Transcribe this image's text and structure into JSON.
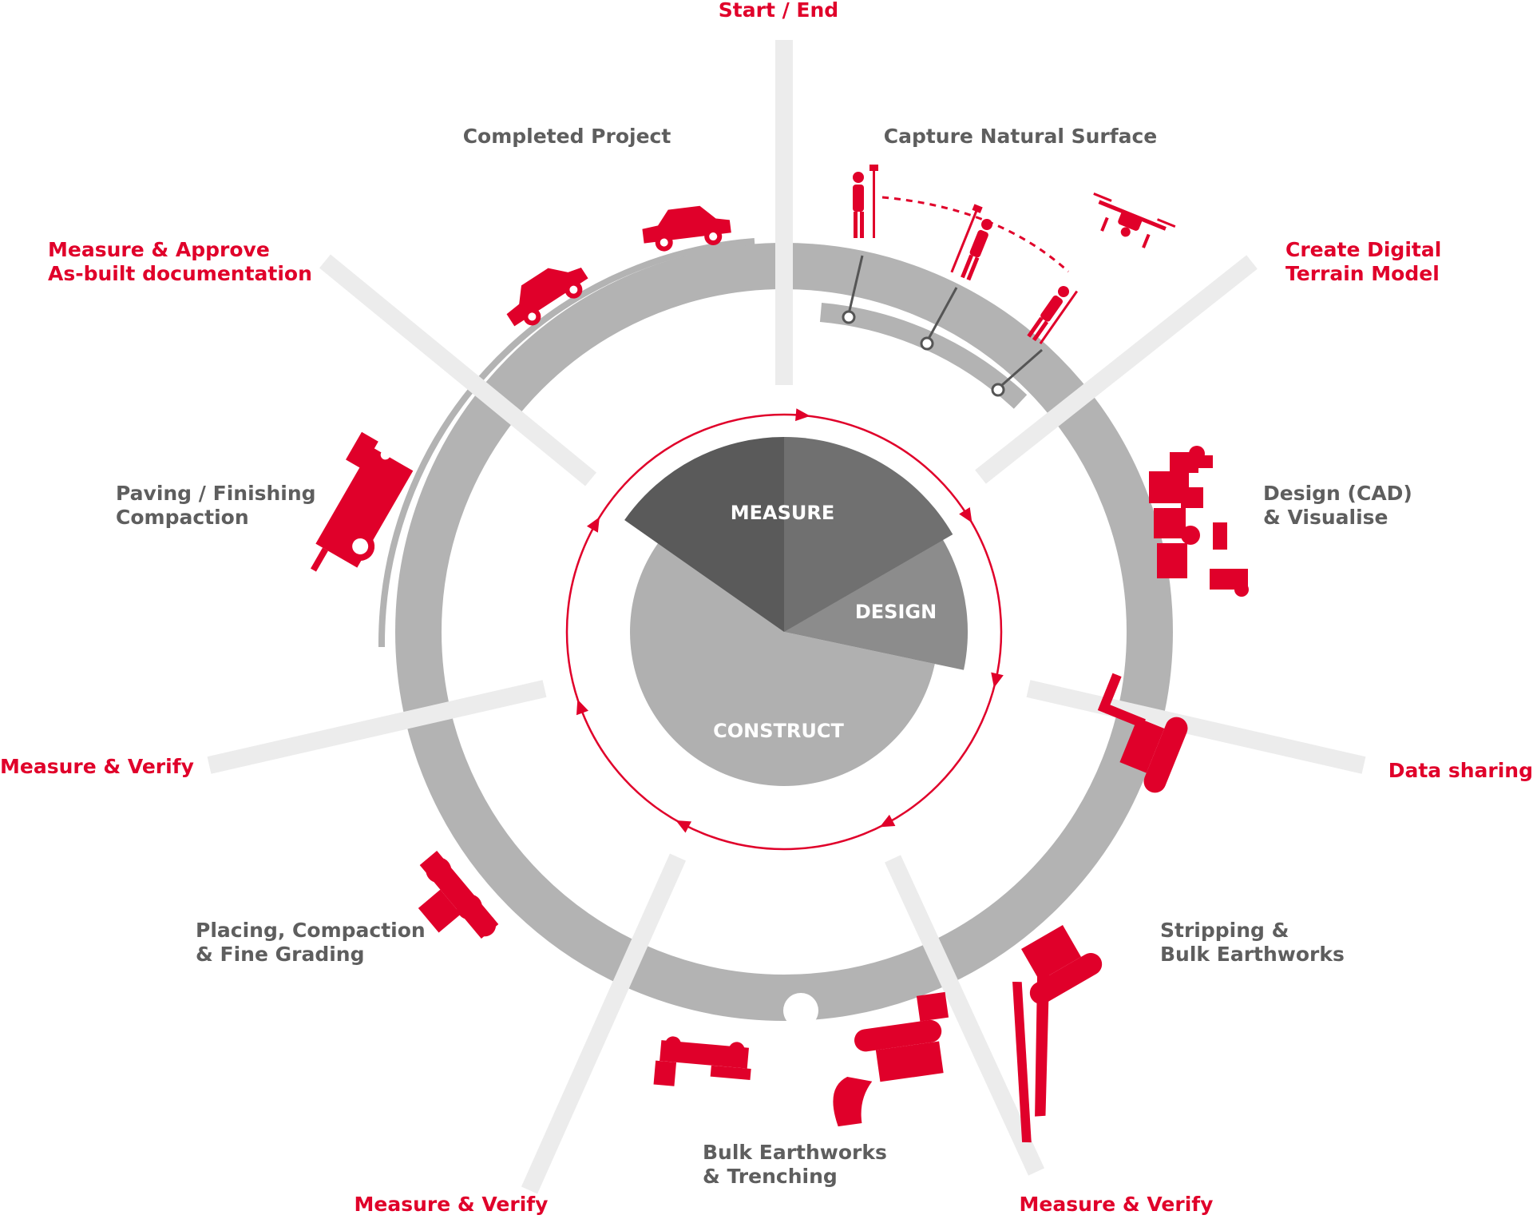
{
  "diagram": {
    "segments": {
      "measure": "MEASURE",
      "design": "DESIGN",
      "construct": "CONSTRUCT"
    },
    "stage_labels": {
      "start_end": "Start / End",
      "create_dtm": [
        "Create Digital",
        "Terrain Model"
      ],
      "data_sharing": "Data sharing",
      "verify_bottom_right": "Measure & Verify",
      "verify_bottom_left": "Measure & Verify",
      "verify_left": "Measure & Verify",
      "approve": [
        "Measure & Approve",
        "As-built documentation"
      ]
    },
    "activity_labels": {
      "capture": "Capture Natural Surface",
      "design_cad": [
        "Design (CAD)",
        "& Visualise"
      ],
      "stripping": [
        "Stripping &",
        "Bulk Earthworks"
      ],
      "bulk_trenching": [
        "Bulk Earthworks",
        "& Trenching"
      ],
      "placing": [
        "Placing, Compaction",
        "& Fine Grading"
      ],
      "paving": [
        "Paving / Finishing",
        "Compaction"
      ],
      "completed": "Completed Project"
    },
    "colors": {
      "accent": "#e0002a",
      "ring": "#b3b3b3",
      "spoke": "#ececec",
      "label_grey": "#5e5e5e",
      "measure_dark": "#5a5a5a",
      "measure_mid": "#707070",
      "design": "#8c8c8c",
      "construct": "#b0b0b0"
    },
    "icons": [
      "surveyor-icon",
      "drone-icon",
      "workstation-icon",
      "excavator-icon",
      "dozer-icon",
      "grader-icon",
      "roller-icon",
      "paver-icon",
      "car-icon"
    ]
  }
}
